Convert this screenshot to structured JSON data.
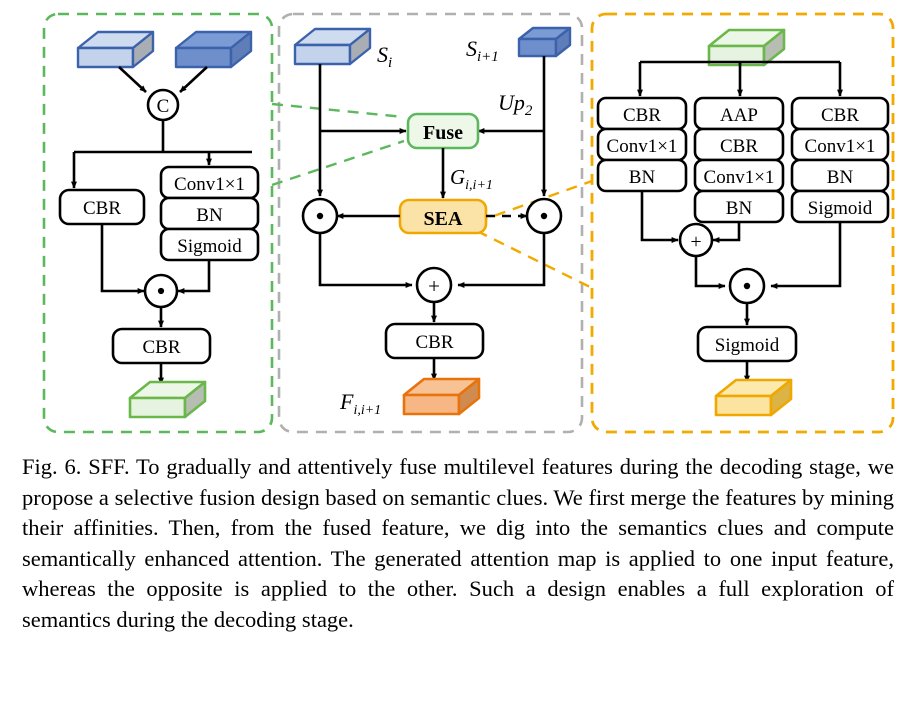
{
  "figure": {
    "caption_label": "Fig. 6.",
    "caption_text": "SFF. To gradually and attentively fuse multilevel features during the decoding stage, we propose a selective fusion design based on semantic clues. We first merge the features by mining their affinities. Then, from the fused feature, we dig into the semantics clues and compute semantically enhanced attention. The generated attention map is applied to one input feature, whereas the opposite is applied to the other. Such a design enables a full exploration of semantics during the decoding stage."
  },
  "colors": {
    "green_dash": "#5cb85c",
    "gray_dash": "#b0b0b0",
    "orange_dash": "#f2a900",
    "blue_block_light_top": "#cfdcf0",
    "blue_block_light_front": "#c4d3ec",
    "blue_block_light_side": "#a9aeb5",
    "blue_block_dark_top": "#7b9bd4",
    "blue_block_dark_front": "#6e8fcb",
    "blue_block_dark_side": "#5f7db8",
    "blue_block_edge": "#3c62ab",
    "green_block_top": "#edf7e8",
    "green_block_front": "#e6f3e0",
    "green_block_side": "#b8bdb4",
    "green_block_edge": "#6ab84a",
    "orange_block_top": "#f7c294",
    "orange_block_front": "#f6b784",
    "orange_block_side": "#d08b50",
    "orange_block_edge": "#e8730c",
    "yellow_block_top": "#fbe9ad",
    "yellow_block_front": "#fae4a0",
    "yellow_block_side": "#dcb445",
    "yellow_block_edge": "#f0a800",
    "fuse_fill": "#eef8e9",
    "fuse_stroke": "#5cb85c",
    "sea_fill": "#fbe2a7",
    "sea_stroke": "#f0a800",
    "line": "#000000"
  },
  "left_panel": {
    "name": "Fuse module detail",
    "blocks": [
      {
        "id": "in-light",
        "style": "light-blue"
      },
      {
        "id": "in-dark",
        "style": "dark-blue"
      },
      {
        "id": "out-green",
        "style": "green"
      }
    ],
    "ops": [
      {
        "id": "concat",
        "glyph": "C"
      },
      {
        "id": "mul",
        "glyph": "⊙"
      }
    ],
    "boxes": [
      {
        "id": "cbr-left",
        "label": "CBR"
      },
      {
        "id": "conv1x1",
        "label": "Conv1×1"
      },
      {
        "id": "bn",
        "label": "BN"
      },
      {
        "id": "sigmoid",
        "label": "Sigmoid"
      },
      {
        "id": "cbr-out",
        "label": "CBR"
      }
    ]
  },
  "middle_panel": {
    "name": "SFF overview",
    "labels": {
      "input_left": "S",
      "input_left_sub": "i",
      "input_right": "S",
      "input_right_sub": "i+1",
      "upsample": "Up",
      "upsample_sub": "2",
      "gate": "G",
      "gate_sub": "i,i+1",
      "output": "F",
      "output_sub": "i,i+1"
    },
    "boxes": [
      {
        "id": "fuse",
        "label": "Fuse"
      },
      {
        "id": "sea",
        "label": "SEA"
      },
      {
        "id": "cbr",
        "label": "CBR"
      }
    ],
    "ops": [
      {
        "id": "mul-left",
        "glyph": "⊙"
      },
      {
        "id": "mul-right",
        "glyph": "⊙"
      },
      {
        "id": "add",
        "glyph": "+"
      }
    ]
  },
  "right_panel": {
    "name": "SEA module detail",
    "branches": [
      {
        "id": "branch-1",
        "boxes": [
          "CBR",
          "Conv1×1",
          "BN"
        ]
      },
      {
        "id": "branch-2",
        "boxes": [
          "AAP",
          "CBR",
          "Conv1×1",
          "BN"
        ]
      },
      {
        "id": "branch-3",
        "boxes": [
          "CBR",
          "Conv1×1",
          "BN",
          "Sigmoid"
        ]
      }
    ],
    "ops": [
      {
        "id": "add",
        "glyph": "+"
      },
      {
        "id": "mul",
        "glyph": "⊙"
      }
    ],
    "boxes": [
      {
        "id": "sigmoid-out",
        "label": "Sigmoid"
      }
    ]
  }
}
